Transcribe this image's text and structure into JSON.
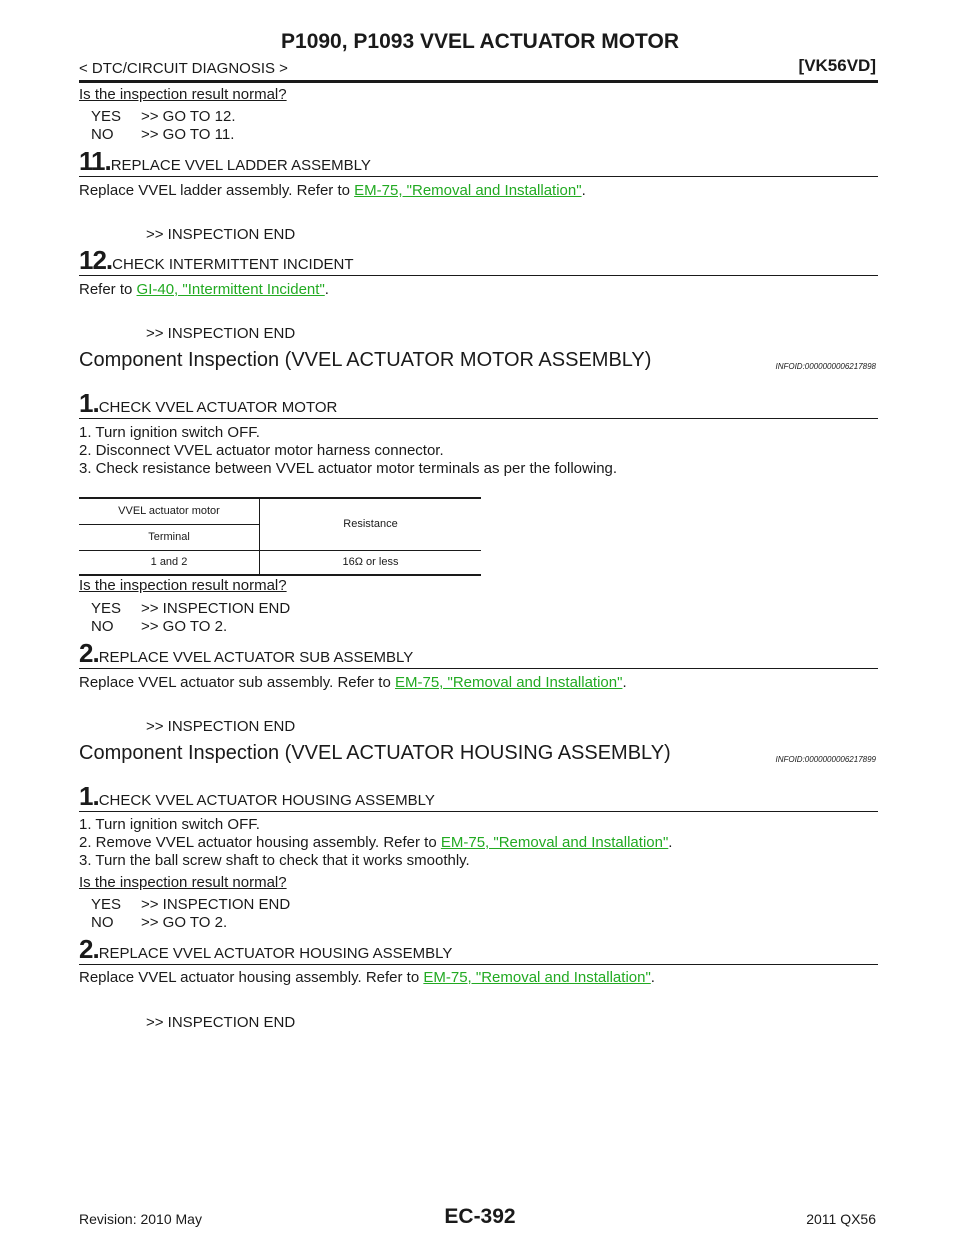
{
  "header": {
    "title": "P1090, P1093 VVEL ACTUATOR MOTOR",
    "breadcrumb": "< DTC/CIRCUIT DIAGNOSIS >",
    "model": "[VK56VD]"
  },
  "top": {
    "question": "Is the inspection result normal?",
    "yes_key": "YES",
    "yes_val": ">> GO TO 12.",
    "no_key": "NO",
    "no_val": ">> GO TO 11."
  },
  "step11": {
    "num": "11.",
    "title": "REPLACE VVEL LADDER ASSEMBLY",
    "text_pre": "Replace VVEL ladder assembly.  Refer to ",
    "link": "EM-75, \"Removal and Installation\"",
    "text_post": ".",
    "end": ">> INSPECTION END"
  },
  "step12": {
    "num": "12.",
    "title": "CHECK INTERMITTENT INCIDENT",
    "text_pre": "Refer to ",
    "link": "GI-40, \"Intermittent Incident\"",
    "text_post": ".",
    "end": ">> INSPECTION END"
  },
  "motor_section": {
    "title": "Component Inspection (VVEL ACTUATOR MOTOR ASSEMBLY)",
    "infoid": "INFOID:0000000006217898",
    "step1": {
      "num": "1.",
      "title": "CHECK VVEL ACTUATOR MOTOR",
      "items": [
        "1.   Turn ignition switch OFF.",
        "2.   Disconnect VVEL actuator motor harness connector.",
        "3.   Check resistance between VVEL actuator motor terminals as per the following."
      ]
    },
    "table": {
      "h1": "VVEL actuator motor",
      "h2": "Terminal",
      "h3": "Resistance",
      "terminal": "1 and 2",
      "resistance": "16Ω or less"
    },
    "question": "Is the inspection result normal?",
    "yes_key": "YES",
    "yes_val": ">> INSPECTION END",
    "no_key": "NO",
    "no_val": ">> GO TO 2.",
    "step2": {
      "num": "2.",
      "title": "REPLACE VVEL ACTUATOR SUB ASSEMBLY",
      "text_pre": "Replace VVEL actuator sub assembly. Refer to ",
      "link": "EM-75, \"Removal and Installation\"",
      "text_post": ".",
      "end": ">> INSPECTION END"
    }
  },
  "housing_section": {
    "title": "Component Inspection (VVEL ACTUATOR HOUSING ASSEMBLY)",
    "infoid": "INFOID:0000000006217899",
    "step1": {
      "num": "1.",
      "title": "CHECK VVEL ACTUATOR HOUSING ASSEMBLY",
      "item1": "1.   Turn ignition switch OFF.",
      "item2_pre": "2.   Remove VVEL actuator housing assembly. Refer to ",
      "item2_link": "EM-75, \"Removal and Installation\"",
      "item2_post": ".",
      "item3": "3.   Turn the ball screw shaft to check that it works smoothly."
    },
    "question": "Is the inspection result normal?",
    "yes_key": "YES",
    "yes_val": ">> INSPECTION END",
    "no_key": "NO",
    "no_val": ">> GO TO 2.",
    "step2": {
      "num": "2.",
      "title": "REPLACE VVEL ACTUATOR HOUSING ASSEMBLY",
      "text_pre": "Replace VVEL actuator housing assembly. Refer to ",
      "link": "EM-75, \"Removal and Installation\"",
      "text_post": ".",
      "end": ">> INSPECTION END"
    }
  },
  "footer": {
    "revision": "Revision: 2010 May",
    "page": "EC-392",
    "model_year": "2011 QX56"
  }
}
